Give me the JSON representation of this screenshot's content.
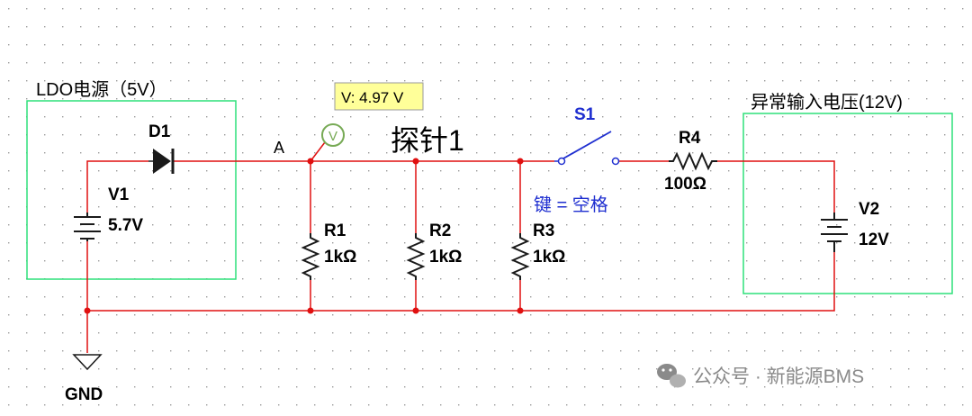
{
  "colors": {
    "wire": "#e01010",
    "box": "#2ee07a",
    "ground": "#1a1a1a",
    "probe_fill": "#ffff99",
    "probe_ring": "#77aa55",
    "switch_blue": "#1f2fd0",
    "grid_dot": "#9a9a9a"
  },
  "ldo_box": {
    "title": "LDO电源（5V）"
  },
  "abnormal_box": {
    "title": "异常输入电压(12V)"
  },
  "node_a": "A",
  "probe": {
    "reading": "V: 4.97 V",
    "icon_letter": "V",
    "name": "探针1"
  },
  "components": {
    "d1": {
      "ref": "D1"
    },
    "v1": {
      "ref": "V1",
      "value": "5.7V"
    },
    "r1": {
      "ref": "R1",
      "value": "1kΩ"
    },
    "r2": {
      "ref": "R2",
      "value": "1kΩ"
    },
    "r3": {
      "ref": "R3",
      "value": "1kΩ"
    },
    "s1": {
      "ref": "S1",
      "key": "键 = 空格"
    },
    "r4": {
      "ref": "R4",
      "value": "100Ω"
    },
    "v2": {
      "ref": "V2",
      "value": "12V"
    }
  },
  "ground_label": "GND",
  "watermark": "公众号 · 新能源BMS"
}
